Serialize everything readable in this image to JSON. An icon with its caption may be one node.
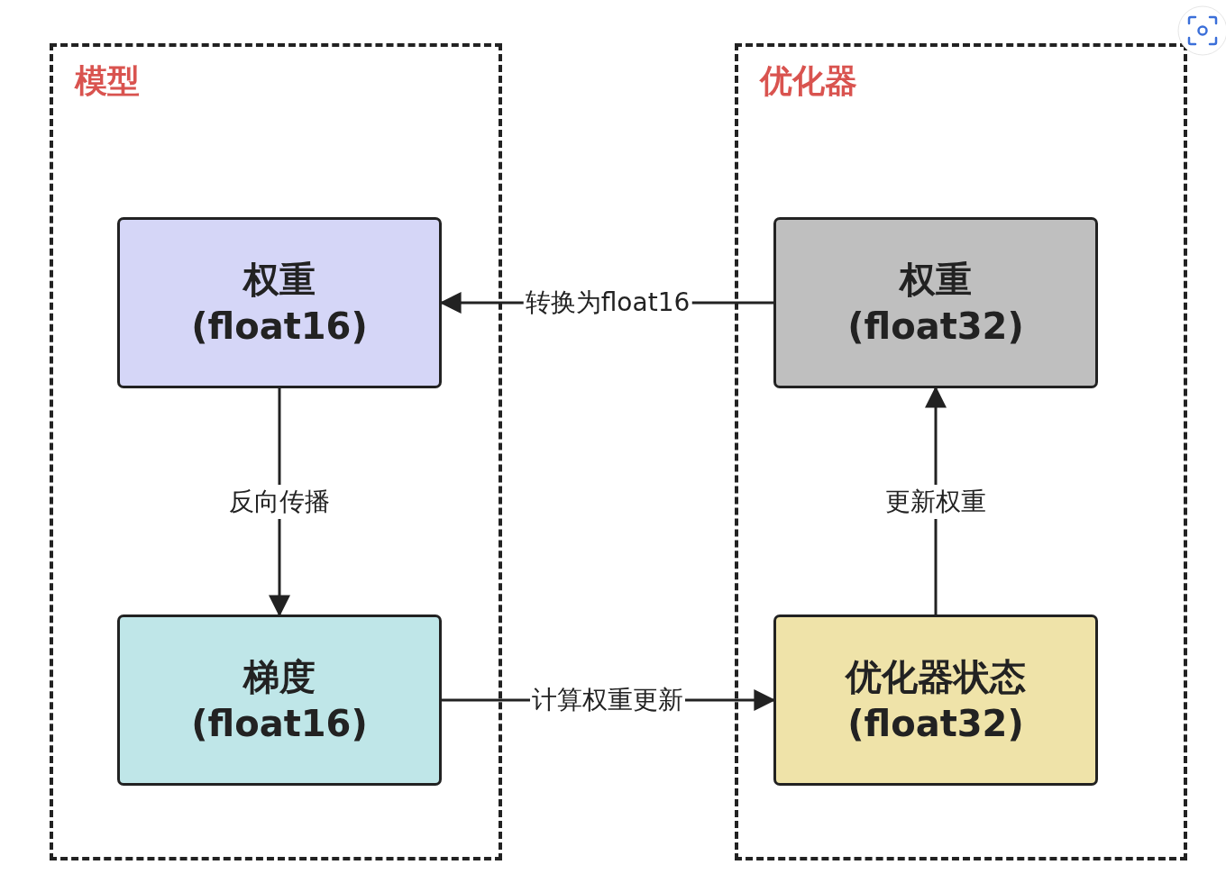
{
  "diagram": {
    "nodes": [
      {
        "text": [
          "模型"
        ]
      },
      {
        "text": [
          "优化器"
        ]
      },
      {
        "text": [
          "权重",
          "(float16)"
        ],
        "in": 0
      },
      {
        "text": [
          "梯度",
          "(float16)"
        ],
        "in": 0
      },
      {
        "text": [
          "权重",
          "(float32)"
        ],
        "in": 1
      },
      {
        "text": [
          "优化器状态",
          "(float32)"
        ],
        "in": 1
      }
    ],
    "edges": [
      {
        "from": 4,
        "to": 2,
        "arrow": "to",
        "label": "转换为float16"
      },
      {
        "from": 2,
        "to": 3,
        "arrow": "to",
        "label": "反向传播"
      },
      {
        "from": 3,
        "to": 5,
        "arrow": "to",
        "label": "计算权重更新"
      },
      {
        "from": 5,
        "to": 4,
        "arrow": "to",
        "label": "更新权重"
      }
    ]
  }
}
